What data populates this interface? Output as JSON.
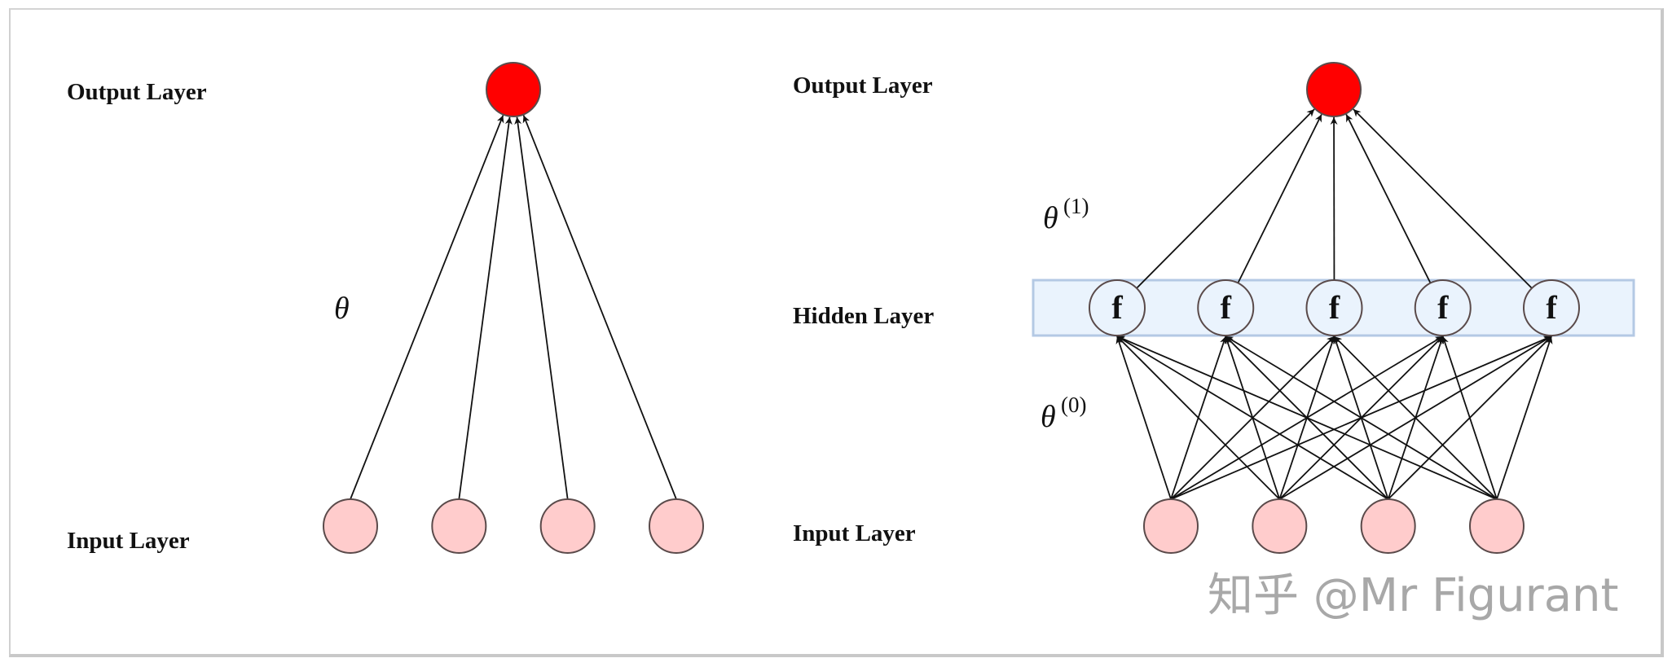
{
  "diagram_title": "Neural network structures: single layer vs. one hidden layer",
  "left_panel": {
    "labels": {
      "output": "Output Layer",
      "input": "Input Layer"
    },
    "weight_symbol": "θ",
    "input_count": 4,
    "output_count": 1
  },
  "right_panel": {
    "labels": {
      "output": "Output Layer",
      "hidden": "Hidden Layer",
      "input": "Input Layer"
    },
    "weight_symbols": [
      {
        "base": "θ",
        "superscript": "(1)"
      },
      {
        "base": "θ",
        "superscript": "(0)"
      }
    ],
    "hidden_node_label": "f",
    "input_count": 4,
    "hidden_count": 5,
    "output_count": 1
  },
  "colors": {
    "output_node": "#ff0000",
    "input_node": "#ffcccc",
    "hidden_node": "#eaf3fd",
    "hidden_band_fill": "#eaf3fd",
    "hidden_band_border": "#b4c9e4",
    "node_stroke": "#5a4a4a",
    "edge": "#111111"
  },
  "watermark": "知乎 @Mr Figurant"
}
